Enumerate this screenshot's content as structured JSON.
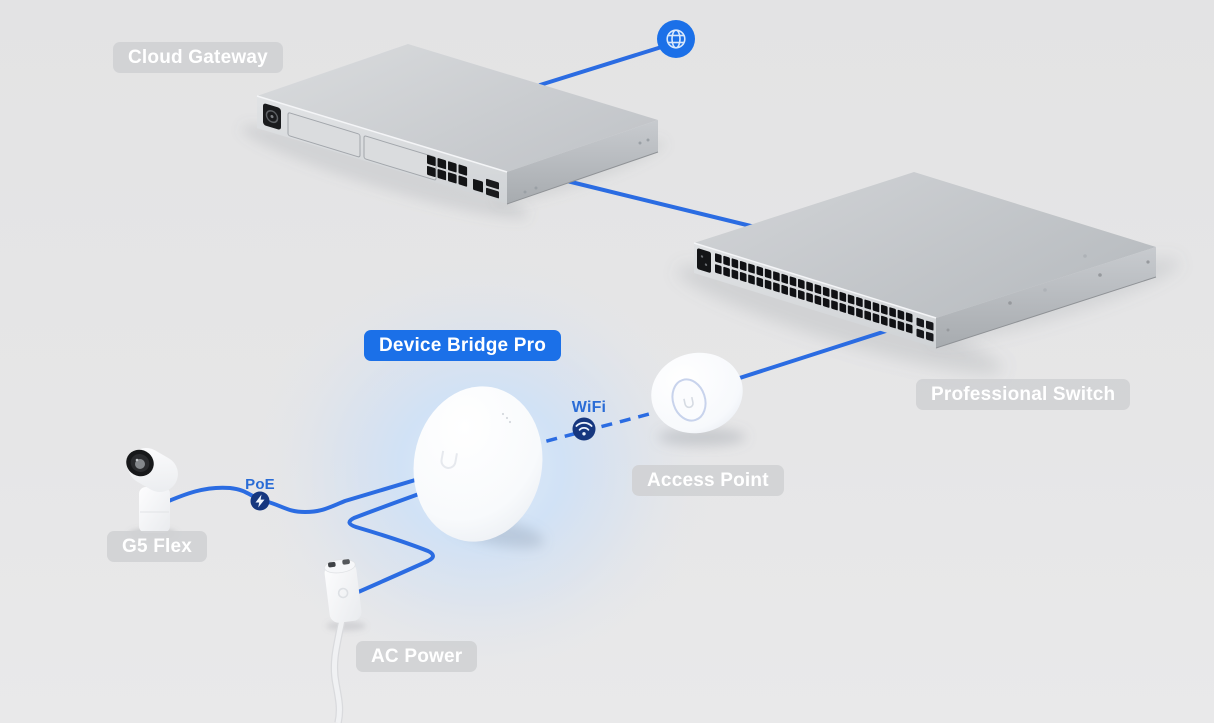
{
  "diagram": {
    "nodes": [
      {
        "id": "internet",
        "icon": "globe-icon"
      },
      {
        "id": "cloud-gateway",
        "label": "Cloud Gateway",
        "badge": "gray"
      },
      {
        "id": "professional-switch",
        "label": "Professional Switch",
        "badge": "gray"
      },
      {
        "id": "device-bridge-pro",
        "label": "Device Bridge Pro",
        "badge": "blue"
      },
      {
        "id": "access-point",
        "label": "Access Point",
        "badge": "gray"
      },
      {
        "id": "g5-flex",
        "label": "G5 Flex",
        "badge": "gray"
      },
      {
        "id": "ac-power",
        "label": "AC Power",
        "badge": "gray"
      }
    ],
    "connections": [
      {
        "from": "cloud-gateway",
        "to": "internet",
        "type": "wired"
      },
      {
        "from": "cloud-gateway",
        "to": "professional-switch",
        "type": "wired"
      },
      {
        "from": "professional-switch",
        "to": "access-point",
        "type": "wired"
      },
      {
        "from": "access-point",
        "to": "device-bridge-pro",
        "type": "wireless",
        "label": "WiFi",
        "icon": "wifi-icon"
      },
      {
        "from": "g5-flex",
        "to": "device-bridge-pro",
        "type": "wired",
        "label": "PoE",
        "icon": "poe-bolt-icon"
      },
      {
        "from": "ac-power",
        "to": "device-bridge-pro",
        "type": "wired"
      }
    ],
    "labels": {
      "wifi": "WiFi",
      "poe": "PoE"
    },
    "device_details": {
      "gateway_lan_ports": 8,
      "switch_lan_ports": 48,
      "switch_sfp_ports": 4
    },
    "colors": {
      "background": "#e5e5e6",
      "accent_blue": "#1b70e8",
      "line_blue": "#2b6ce2",
      "icon_navy": "#16377f",
      "badge_gray": "#d1d2d4",
      "badge_text": "#ffffff",
      "small_label_blue": "#2a6cd6",
      "glow": "#cfe2f8"
    }
  }
}
